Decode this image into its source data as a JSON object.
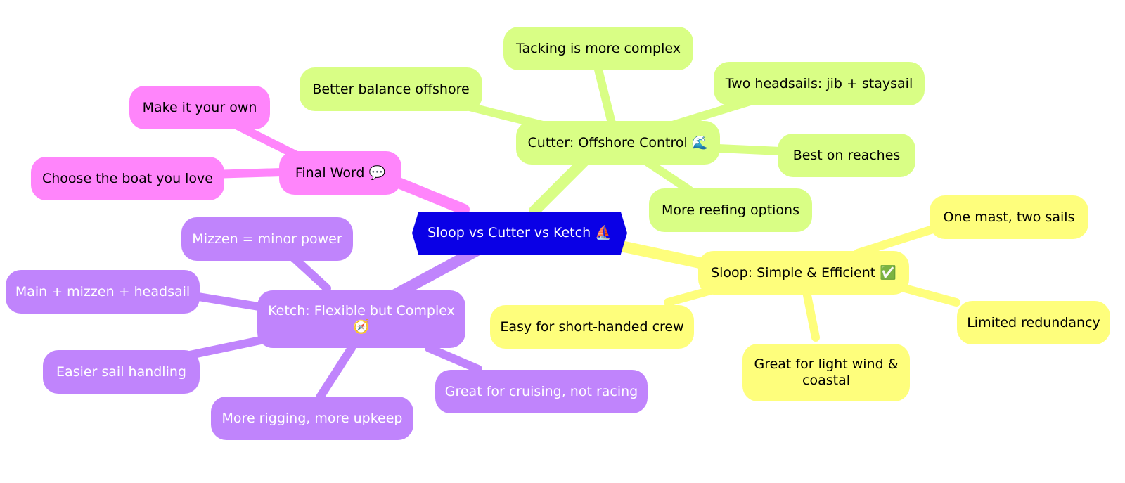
{
  "root": {
    "label": "Sloop vs Cutter vs Ketch ⛵"
  },
  "colors": {
    "root": "#0a00e6",
    "cutter": "#d9fe85",
    "sloop": "#fefe7c",
    "ketch": "#c084fc",
    "final": "#ff85fb"
  },
  "cutter": {
    "label": "Cutter: Offshore Control 🌊",
    "children": [
      "Tacking is more complex",
      "Better balance offshore",
      "Two headsails: jib + staysail",
      "Best on reaches",
      "More reefing options"
    ]
  },
  "sloop": {
    "label": "Sloop: Simple & Efficient ✅",
    "children": [
      "One mast, two sails",
      "Easy for short-handed crew",
      "Limited redundancy",
      "Great for light wind & coastal"
    ]
  },
  "ketch": {
    "label": "Ketch: Flexible but Complex 🧭",
    "children": [
      "Mizzen = minor power",
      "Main + mizzen + headsail",
      "Easier sail handling",
      "More rigging, more upkeep",
      "Great for cruising, not racing"
    ]
  },
  "final": {
    "label": "Final Word 💬",
    "children": [
      "Make it your own",
      "Choose the boat you love"
    ]
  }
}
